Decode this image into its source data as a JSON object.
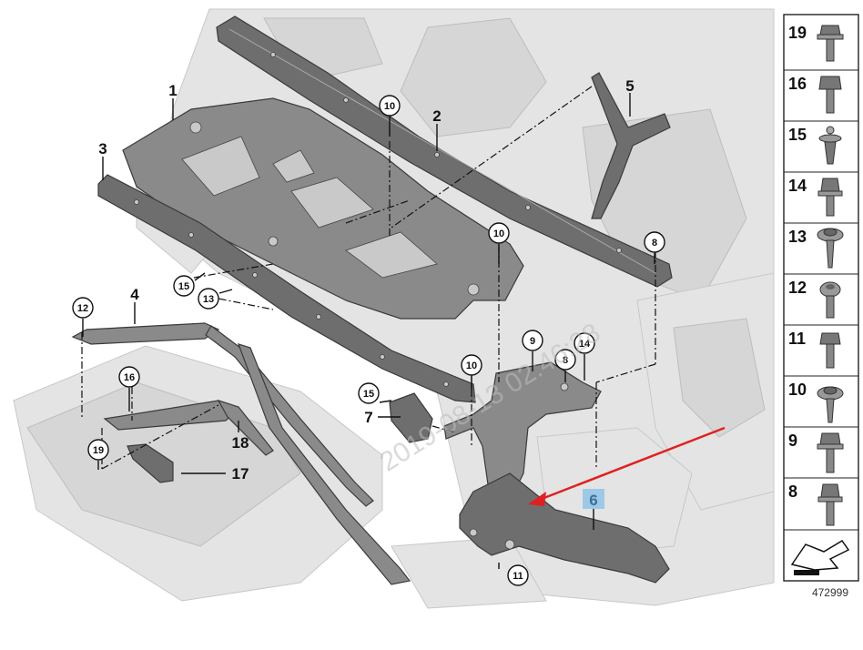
{
  "diagram": {
    "reference_number": "472999",
    "watermark": "2019-08-13 02:46:28",
    "parts": [
      {
        "label": "1"
      },
      {
        "label": "2"
      },
      {
        "label": "3"
      },
      {
        "label": "4"
      },
      {
        "label": "5"
      },
      {
        "label": "6"
      },
      {
        "label": "7"
      },
      {
        "label": "17"
      },
      {
        "label": "18"
      }
    ],
    "fasteners": [
      {
        "label": "10"
      },
      {
        "label": "10"
      },
      {
        "label": "10"
      },
      {
        "label": "8"
      },
      {
        "label": "9"
      },
      {
        "label": "8"
      },
      {
        "label": "14"
      },
      {
        "label": "15"
      },
      {
        "label": "13"
      },
      {
        "label": "15"
      },
      {
        "label": "12"
      },
      {
        "label": "16"
      },
      {
        "label": "19"
      },
      {
        "label": "11"
      }
    ],
    "legend": [
      {
        "label": "19",
        "icon": "flange-bolt-icon"
      },
      {
        "label": "16",
        "icon": "hex-bolt-icon"
      },
      {
        "label": "15",
        "icon": "expanding-rivet-icon"
      },
      {
        "label": "14",
        "icon": "collar-bolt-icon"
      },
      {
        "label": "13",
        "icon": "washer-screw-icon"
      },
      {
        "label": "12",
        "icon": "pan-head-screw-icon"
      },
      {
        "label": "11",
        "icon": "hex-bolt-icon"
      },
      {
        "label": "10",
        "icon": "washer-screw-icon"
      },
      {
        "label": "9",
        "icon": "flange-bolt-icon"
      },
      {
        "label": "8",
        "icon": "collar-bolt-icon"
      }
    ],
    "highlight_color": "#9ec9e6",
    "arrow_color": "#e02020"
  }
}
